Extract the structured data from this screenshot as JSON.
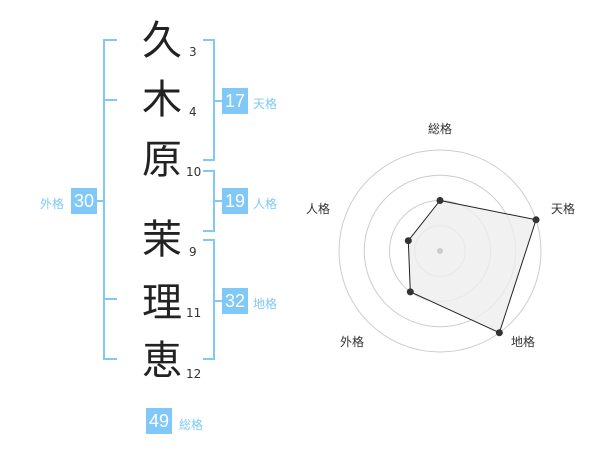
{
  "characters": [
    {
      "char": "久",
      "strokes": "3"
    },
    {
      "char": "木",
      "strokes": "4"
    },
    {
      "char": "原",
      "strokes": "10"
    },
    {
      "char": "茉",
      "strokes": "9"
    },
    {
      "char": "理",
      "strokes": "11"
    },
    {
      "char": "恵",
      "strokes": "12"
    }
  ],
  "scores": {
    "tenkaku": {
      "value": "17",
      "label": "天格"
    },
    "jinkaku": {
      "value": "19",
      "label": "人格"
    },
    "chikaku": {
      "value": "32",
      "label": "地格"
    },
    "gaikaku": {
      "value": "30",
      "label": "外格"
    },
    "soukaku": {
      "value": "49",
      "label": "総格"
    }
  },
  "colors": {
    "accent": "#7fc8f8",
    "text": "#222222",
    "grid": "#cccccc",
    "fill": "#eeeeee"
  },
  "chart_data": {
    "type": "radar",
    "axes": [
      "総格",
      "天格",
      "地格",
      "外格",
      "人格"
    ],
    "levels": 4,
    "values": [
      0.5,
      1.0,
      1.0,
      0.5,
      0.33
    ]
  }
}
